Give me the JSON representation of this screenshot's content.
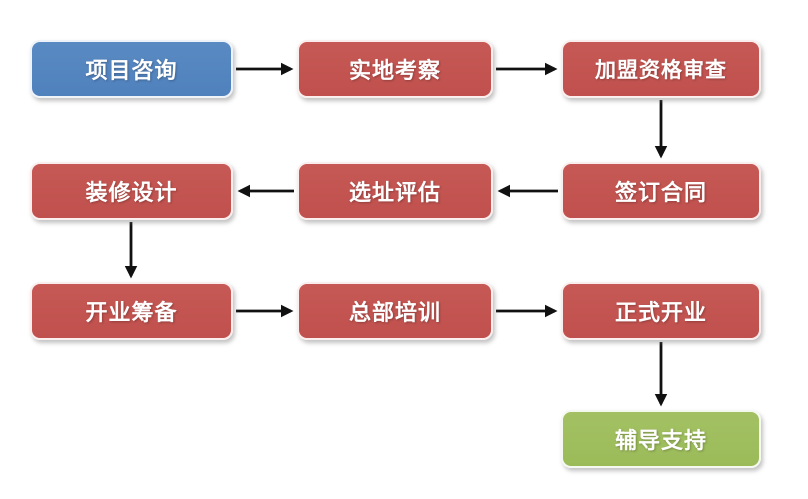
{
  "diagram": {
    "type": "flowchart",
    "background_color": "#ffffff",
    "colors": {
      "start_node": "#4f81bd",
      "process_node": "#c0504d",
      "end_node": "#9bbb59",
      "node_text": "#ffffff",
      "arrow": "#111111"
    },
    "nodes": [
      {
        "id": "project-consultation",
        "label": "项目咨询",
        "color": "#4f81bd",
        "row": 1,
        "col": 1
      },
      {
        "id": "site-visit",
        "label": "实地考察",
        "color": "#c0504d",
        "row": 1,
        "col": 2
      },
      {
        "id": "franchise-qualification-review",
        "label": "加盟资格审查",
        "color": "#c0504d",
        "row": 1,
        "col": 3
      },
      {
        "id": "contract-signing",
        "label": "签订合同",
        "color": "#c0504d",
        "row": 2,
        "col": 3
      },
      {
        "id": "location-evaluation",
        "label": "选址评估",
        "color": "#c0504d",
        "row": 2,
        "col": 2
      },
      {
        "id": "renovation-design",
        "label": "装修设计",
        "color": "#c0504d",
        "row": 2,
        "col": 1
      },
      {
        "id": "opening-preparation",
        "label": "开业筹备",
        "color": "#c0504d",
        "row": 3,
        "col": 1
      },
      {
        "id": "headquarters-training",
        "label": "总部培训",
        "color": "#c0504d",
        "row": 3,
        "col": 2
      },
      {
        "id": "grand-opening",
        "label": "正式开业",
        "color": "#c0504d",
        "row": 3,
        "col": 3
      },
      {
        "id": "guidance-support",
        "label": "辅导支持",
        "color": "#9bbb59",
        "row": 4,
        "col": 3
      }
    ],
    "edges": [
      {
        "from": "项目咨询",
        "to": "实地考察"
      },
      {
        "from": "实地考察",
        "to": "加盟资格审查"
      },
      {
        "from": "加盟资格审查",
        "to": "签订合同"
      },
      {
        "from": "签订合同",
        "to": "选址评估"
      },
      {
        "from": "选址评估",
        "to": "装修设计"
      },
      {
        "from": "装修设计",
        "to": "开业筹备"
      },
      {
        "from": "开业筹备",
        "to": "总部培训"
      },
      {
        "from": "总部培训",
        "to": "正式开业"
      },
      {
        "from": "正式开业",
        "to": "辅导支持"
      }
    ]
  }
}
